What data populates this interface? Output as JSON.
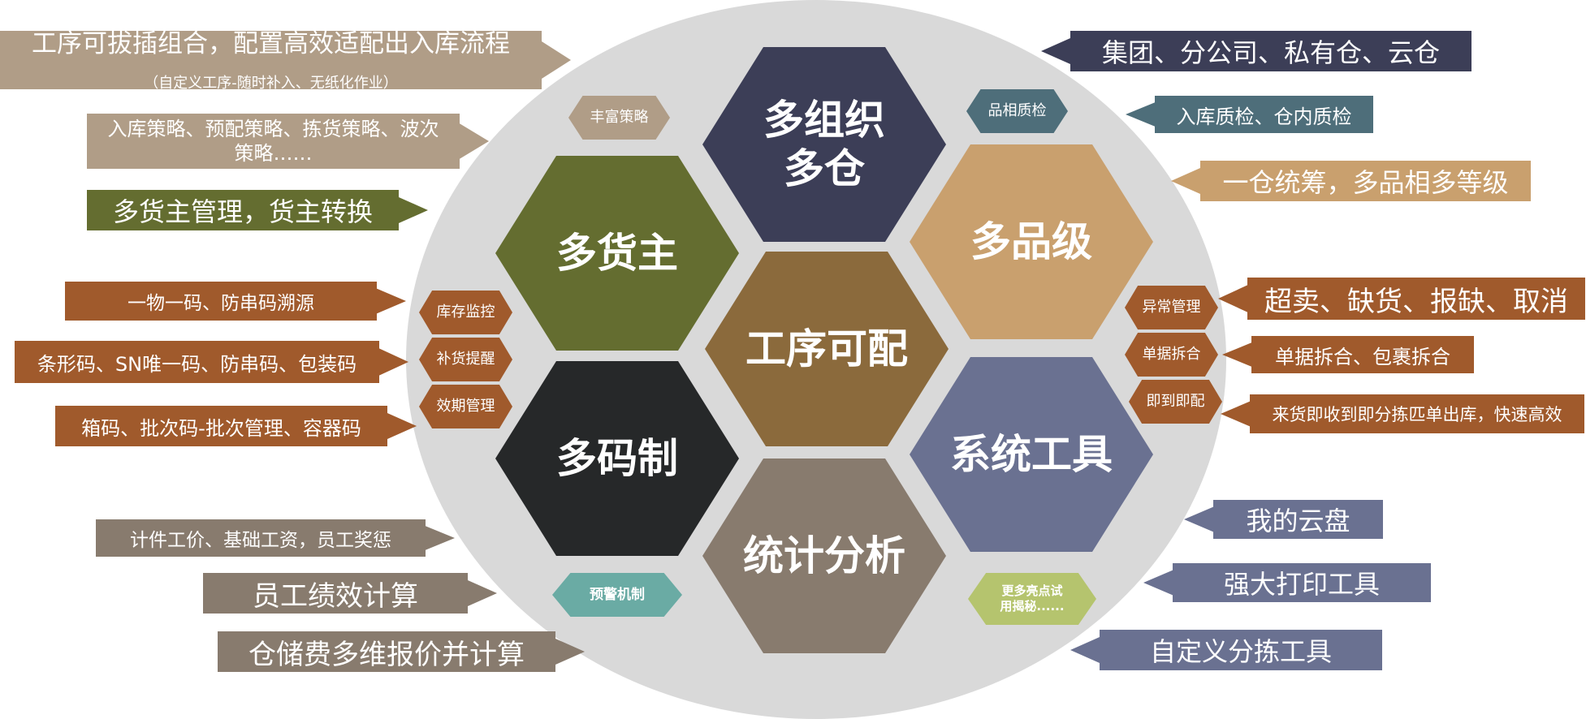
{
  "center_hexes": [
    {
      "text": "多组织\n多仓",
      "color": "#3c3e57"
    },
    {
      "text": "多货主",
      "color": "#646d30"
    },
    {
      "text": "多品级",
      "color": "#c9a06e"
    },
    {
      "text": "工序可配",
      "color": "#8b6a3c"
    },
    {
      "text": "多码制",
      "color": "#262829"
    },
    {
      "text": "系统工具",
      "color": "#6a7191"
    },
    {
      "text": "统计分析",
      "color": "#887b6e"
    }
  ],
  "mini_hexes": [
    {
      "text": "丰富策略",
      "color": "#b09d87"
    },
    {
      "text": "品相质检",
      "color": "#4e6e7a"
    },
    {
      "text": "库存监控",
      "color": "#a05a2c"
    },
    {
      "text": "补货提醒",
      "color": "#a05a2c"
    },
    {
      "text": "效期管理",
      "color": "#a05a2c"
    },
    {
      "text": "异常管理",
      "color": "#a05a2c"
    },
    {
      "text": "单据拆合",
      "color": "#a05a2c"
    },
    {
      "text": "即到即配",
      "color": "#a05a2c"
    },
    {
      "text": "预警机制",
      "color": "#6aaba4"
    },
    {
      "text": "更多亮点试\n用揭秘......",
      "color": "#b5c46e"
    }
  ],
  "left_labels": [
    {
      "main": "工序可拔插组合，配置高效适配出入库流程",
      "sub": "（自定义工序-随时补入、无纸化作业）",
      "color": "#b09d87"
    },
    {
      "main": "入库策略、预配策略、拣货策略、波次\n策略……",
      "sub": "",
      "color": "#b09d87"
    },
    {
      "main": "多货主管理，货主转换",
      "sub": "",
      "color": "#646d30"
    },
    {
      "main": "一物一码、防串码溯源",
      "sub": "",
      "color": "#a05a2c"
    },
    {
      "main": "条形码、SN唯一码、防串码、包装码",
      "sub": "",
      "color": "#a05a2c"
    },
    {
      "main": "箱码、批次码-批次管理、容器码",
      "sub": "",
      "color": "#a05a2c"
    },
    {
      "main": "计件工价、基础工资，员工奖惩",
      "sub": "",
      "color": "#887b6e"
    },
    {
      "main": "员工绩效计算",
      "sub": "",
      "color": "#887b6e"
    },
    {
      "main": "仓储费多维报价并计算",
      "sub": "",
      "color": "#887b6e"
    }
  ],
  "right_labels": [
    {
      "main": "集团、分公司、私有仓、云仓",
      "color": "#3c3e57"
    },
    {
      "main": "入库质检、仓内质检",
      "color": "#4e6e7a"
    },
    {
      "main": "一仓统筹，多品相多等级",
      "color": "#c9a06e"
    },
    {
      "main": "超卖、缺货、报缺、取消",
      "color": "#a05a2c"
    },
    {
      "main": "单据拆合、包裹拆合",
      "color": "#a05a2c"
    },
    {
      "main": "来货即收到即分拣匹单出库，快速高效",
      "color": "#a05a2c"
    },
    {
      "main": "我的云盘",
      "color": "#6a7191"
    },
    {
      "main": "强大打印工具",
      "color": "#6a7191"
    },
    {
      "main": "自定义分拣工具",
      "color": "#6a7191"
    }
  ]
}
